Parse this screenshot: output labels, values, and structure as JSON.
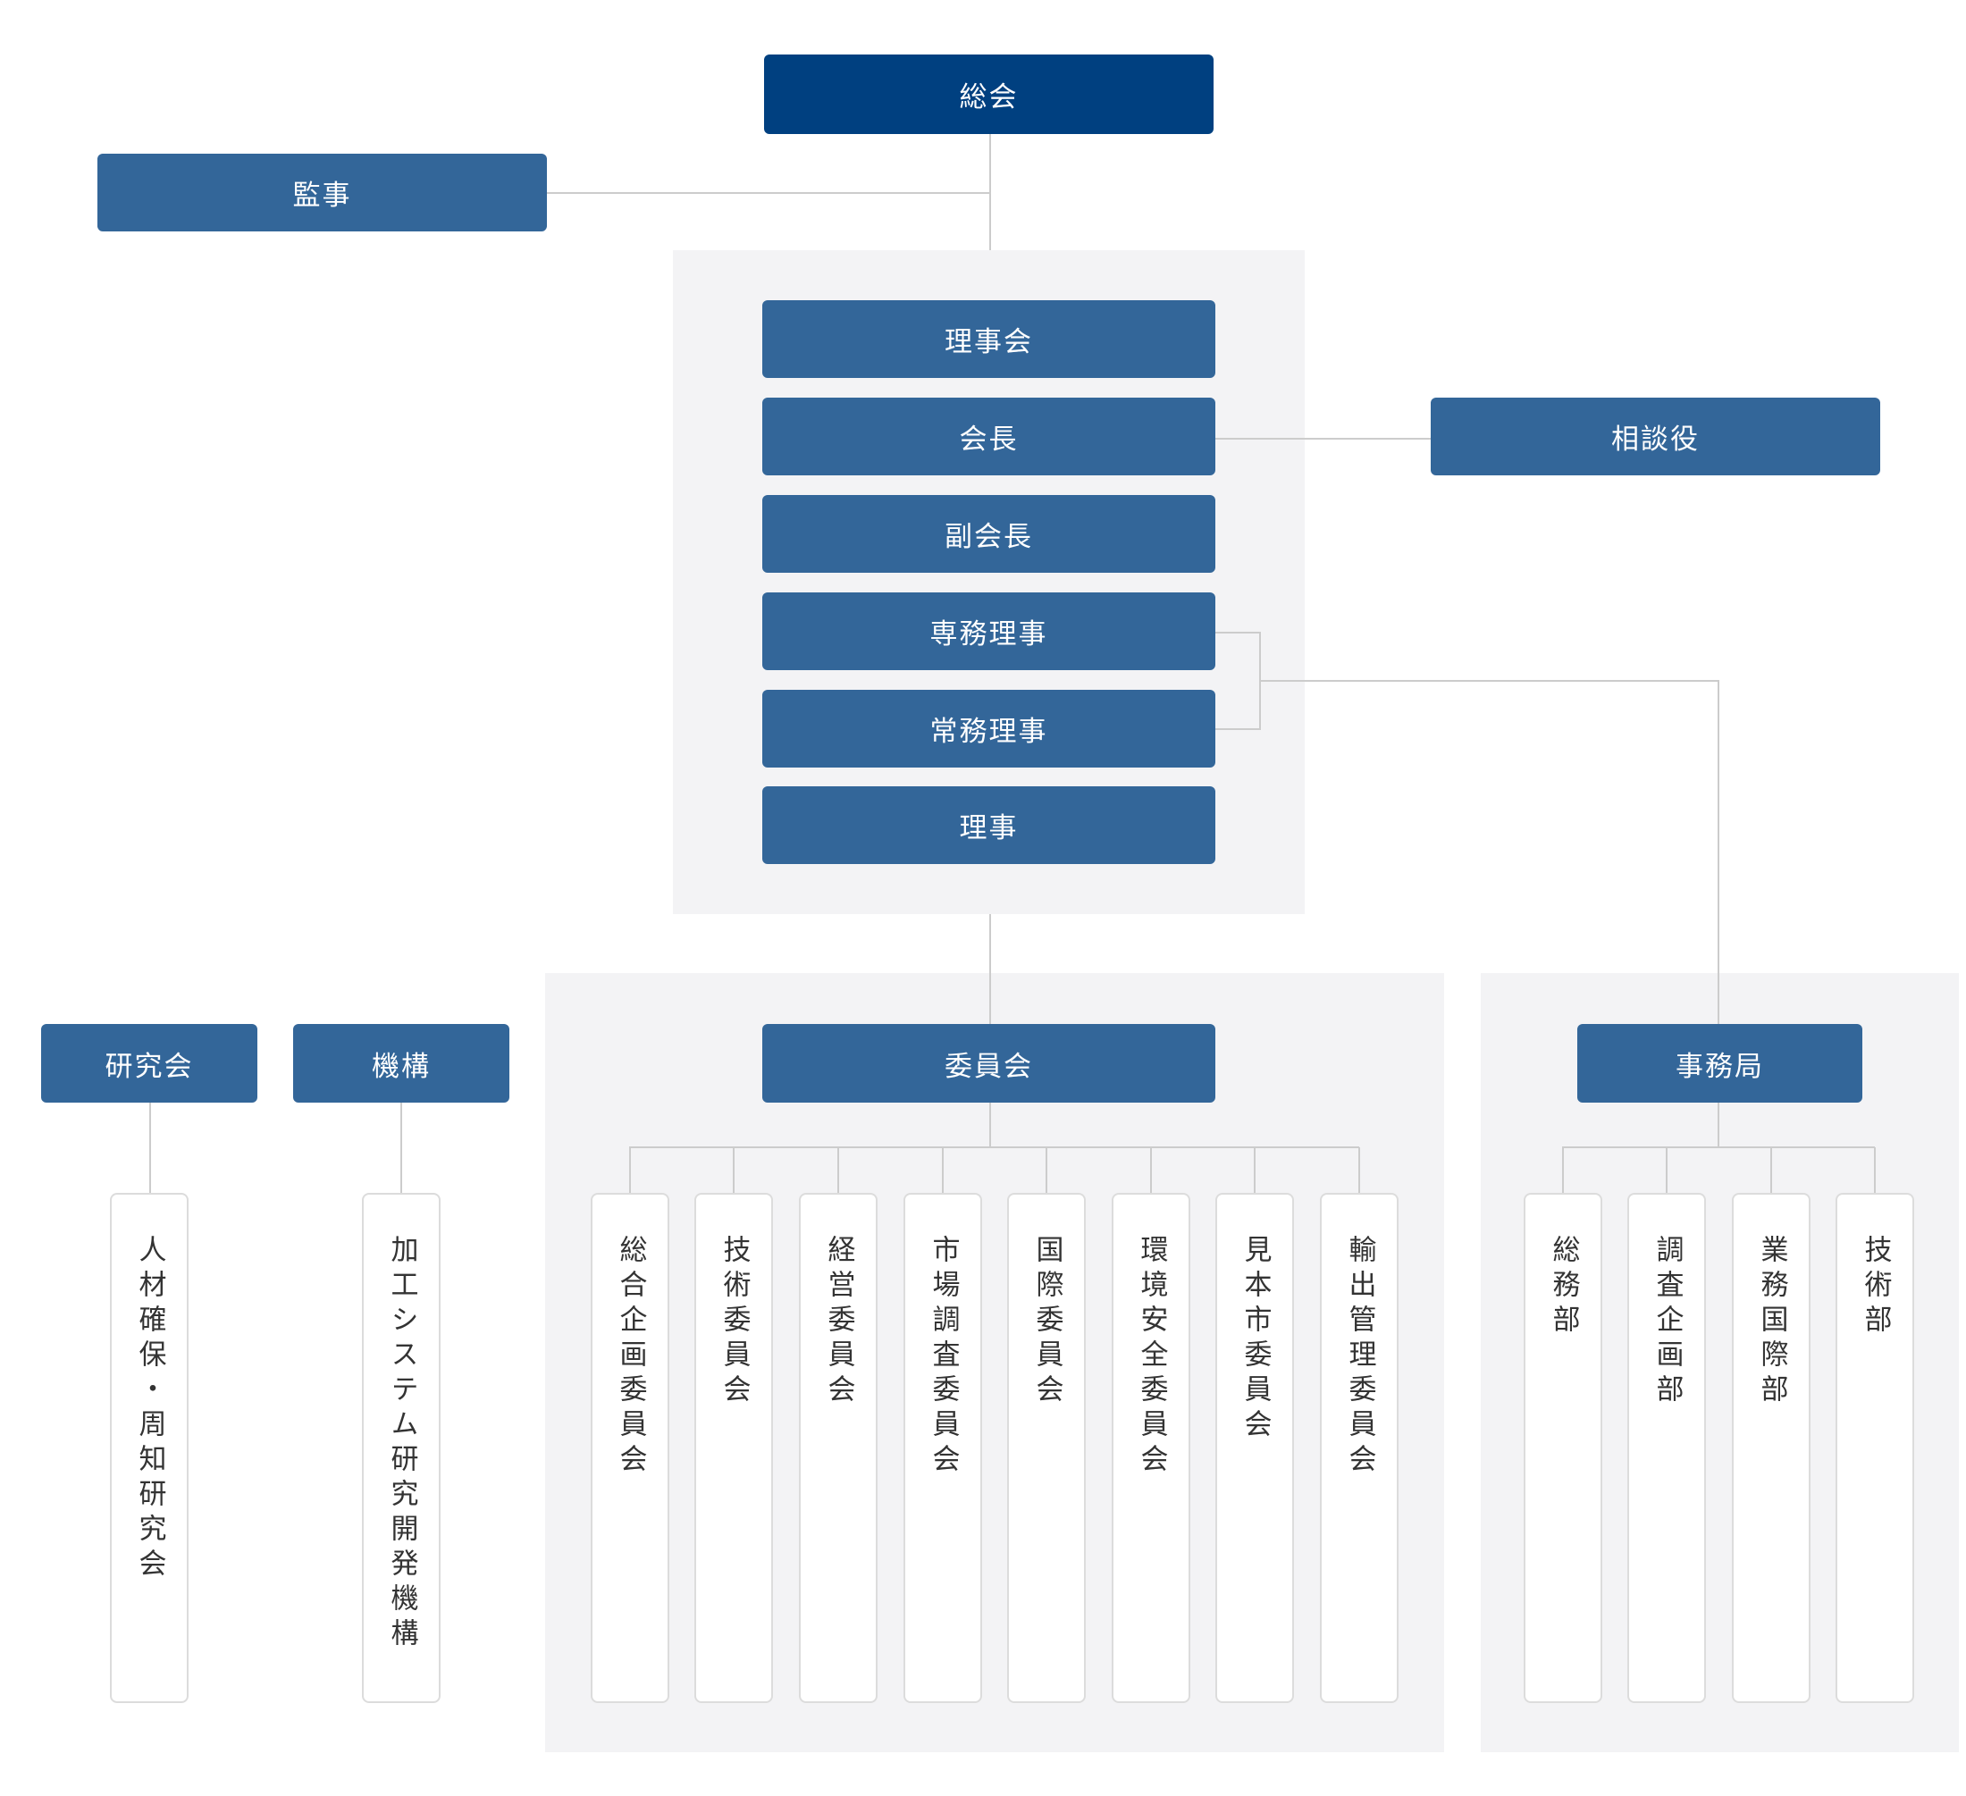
{
  "top": {
    "general_assembly": "総会",
    "auditor": "監事"
  },
  "board": {
    "items": [
      "理事会",
      "会長",
      "副会長",
      "専務理事",
      "常務理事",
      "理事"
    ],
    "advisor": "相談役"
  },
  "research": {
    "title": "研究会",
    "sub": "人材確保・周知研究会"
  },
  "organization": {
    "title": "機構",
    "sub": "加工システム研究開発機構"
  },
  "committees": {
    "title": "委員会",
    "items": [
      "総合企画委員会",
      "技術委員会",
      "経営委員会",
      "市場調査委員会",
      "国際委員会",
      "環境安全委員会",
      "見本市委員会",
      "輸出管理委員会"
    ]
  },
  "secretariat": {
    "title": "事務局",
    "items": [
      "総務部",
      "調査企画部",
      "業務国際部",
      "技術部"
    ]
  },
  "colors": {
    "top_box": "#004080",
    "box": "#336699",
    "panel": "#f3f3f5",
    "line": "#cccccc",
    "sub_border": "#dcdcdc"
  }
}
